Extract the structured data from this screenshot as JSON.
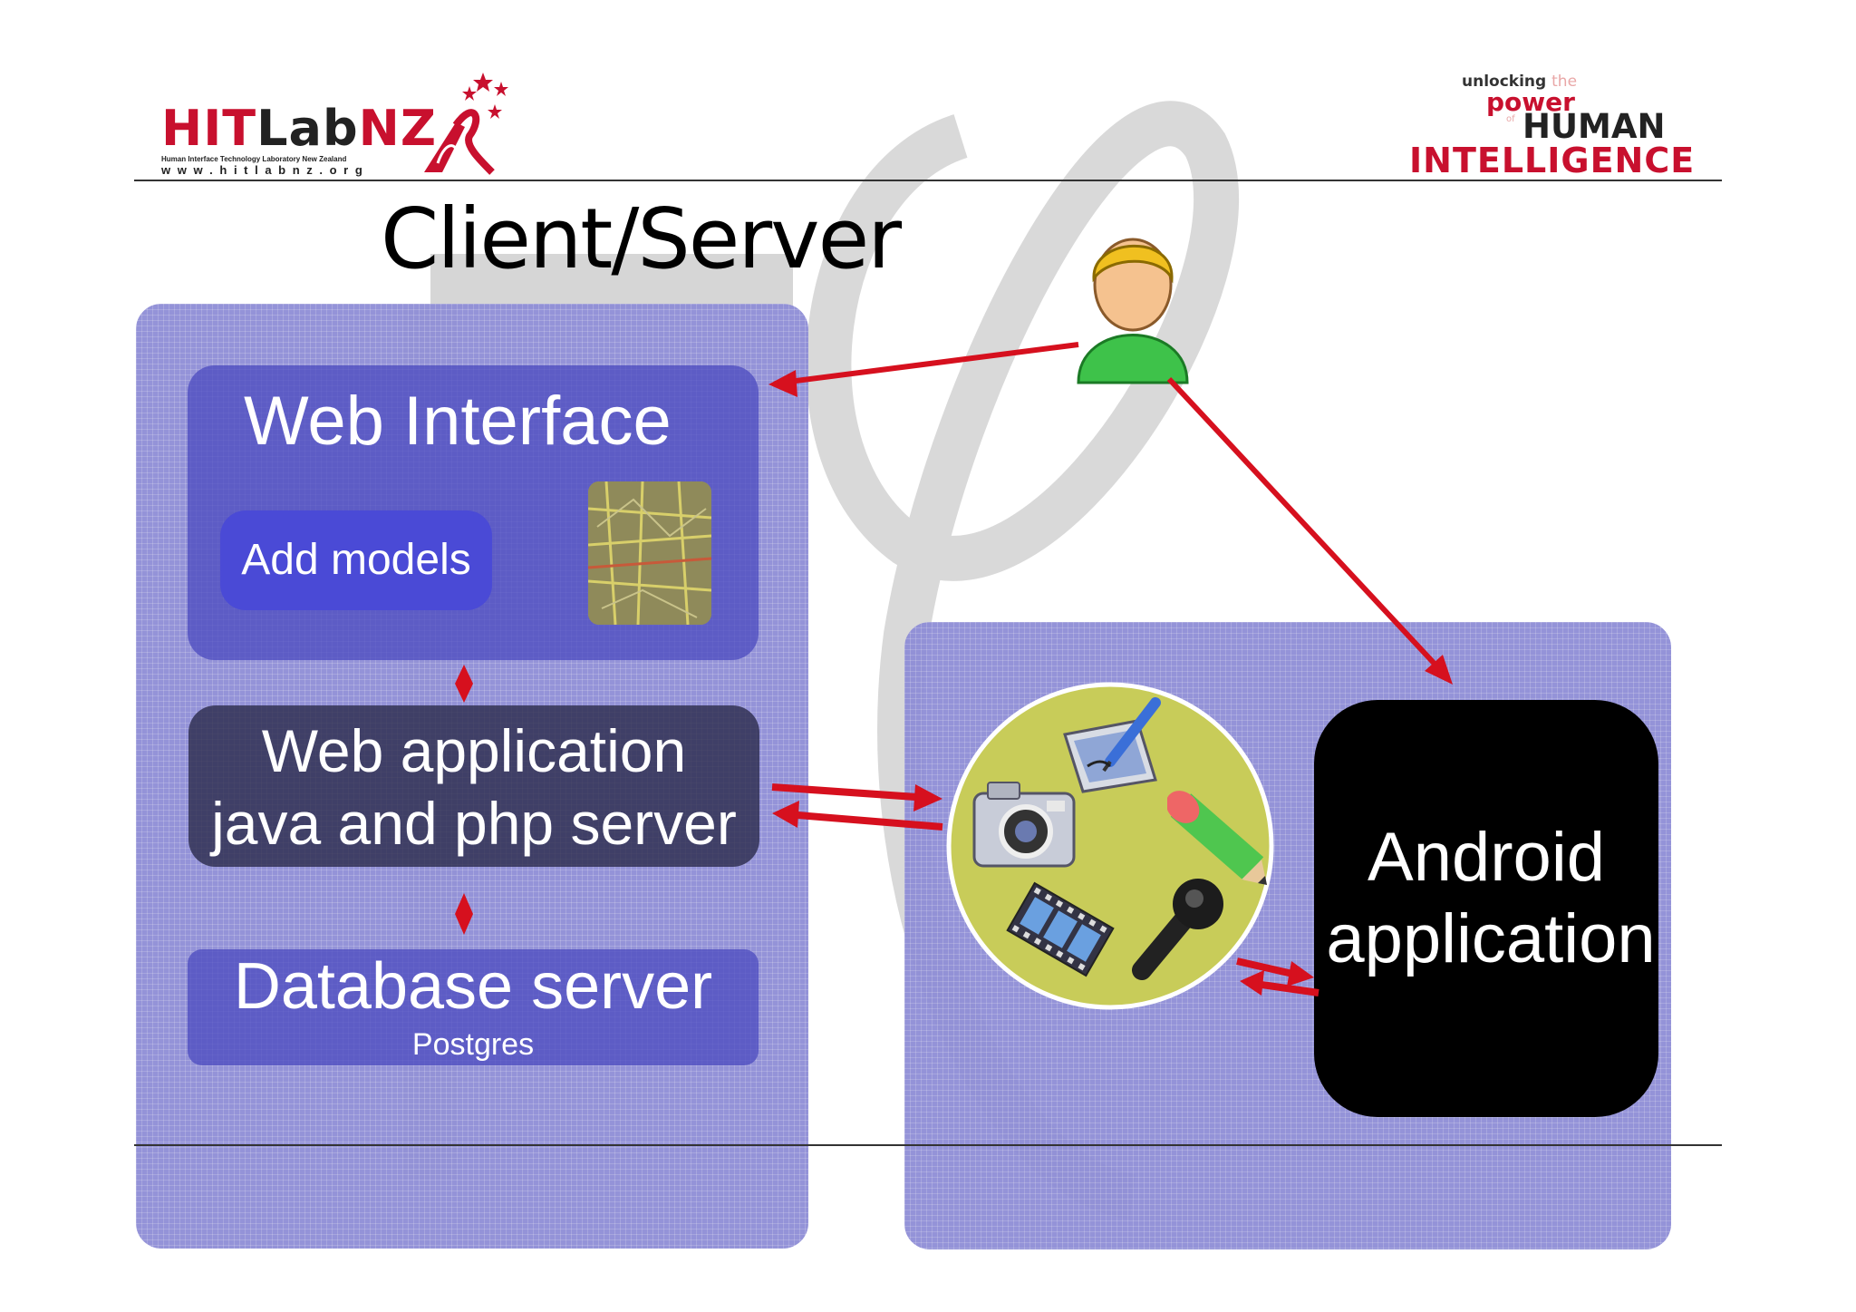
{
  "header": {
    "logo_left": {
      "name_part1": "HIT",
      "name_part2": "Lab",
      "name_part3": "NZ",
      "tagline": "Human Interface Technology Laboratory New Zealand",
      "url": "w w w . h i t l a b n z . o r g"
    },
    "logo_right": {
      "line1_a": "unlocking",
      "line1_b": "the",
      "line2": "power",
      "line3_of": "of",
      "line3": "HUMAN",
      "line4": "INTELLIGENCE"
    }
  },
  "slide": {
    "title": "Client/Server"
  },
  "diagram": {
    "web_interface": {
      "label": "Web Interface"
    },
    "add_models": {
      "label": "Add models"
    },
    "web_app": {
      "line1": "Web application",
      "line2": "java and php server"
    },
    "database": {
      "label": "Database server",
      "sublabel": "Postgres"
    },
    "android": {
      "line1": "Android",
      "line2": "application"
    }
  },
  "colors": {
    "panel": "#8f8ed6",
    "arrow": "#d6101e",
    "brand_red": "#c8102e"
  },
  "icons": [
    "user-icon",
    "camera-icon",
    "tablet-pen-icon",
    "pencil-icon",
    "film-icon",
    "microphone-icon",
    "map-thumbnail"
  ]
}
